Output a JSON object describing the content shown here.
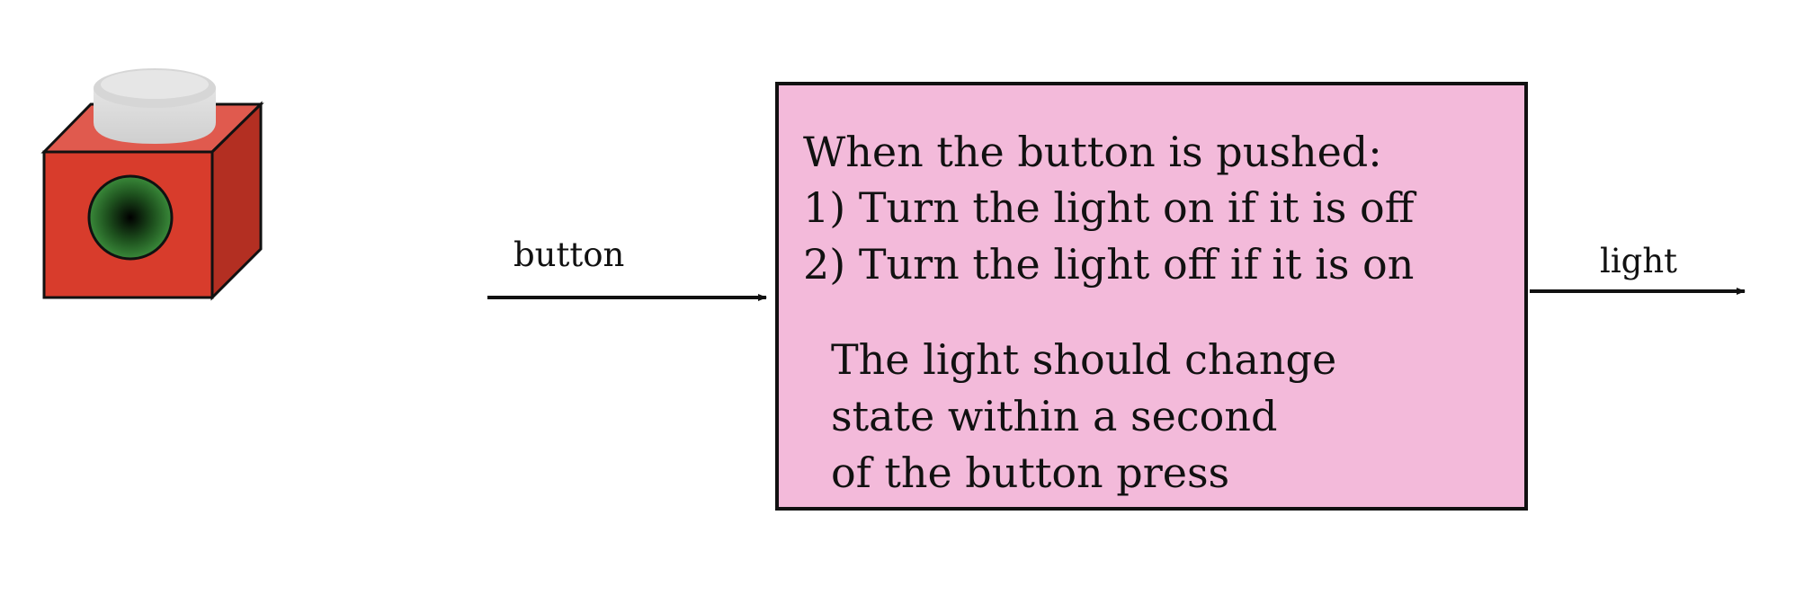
{
  "labels": {
    "input": "button",
    "output": "light"
  },
  "spec": {
    "trigger": "When the button is pushed:",
    "rule_1": "1) Turn the light on if it is off",
    "rule_2": "2) Turn the light off if it is on",
    "timing_1": "The light should change",
    "timing_2": "state within a second",
    "timing_3": "of the button press"
  },
  "colors": {
    "spec_fill": "#f3bada",
    "device_front": "#d83c2c",
    "device_top": "#e05a4e",
    "device_side": "#b32f22",
    "lamp_center": "#000000",
    "lamp_edge": "#3a8a3a",
    "cap": "#dcdcdc",
    "stroke": "#111111"
  },
  "icons": {
    "device": "push-button-with-lamp-icon"
  }
}
